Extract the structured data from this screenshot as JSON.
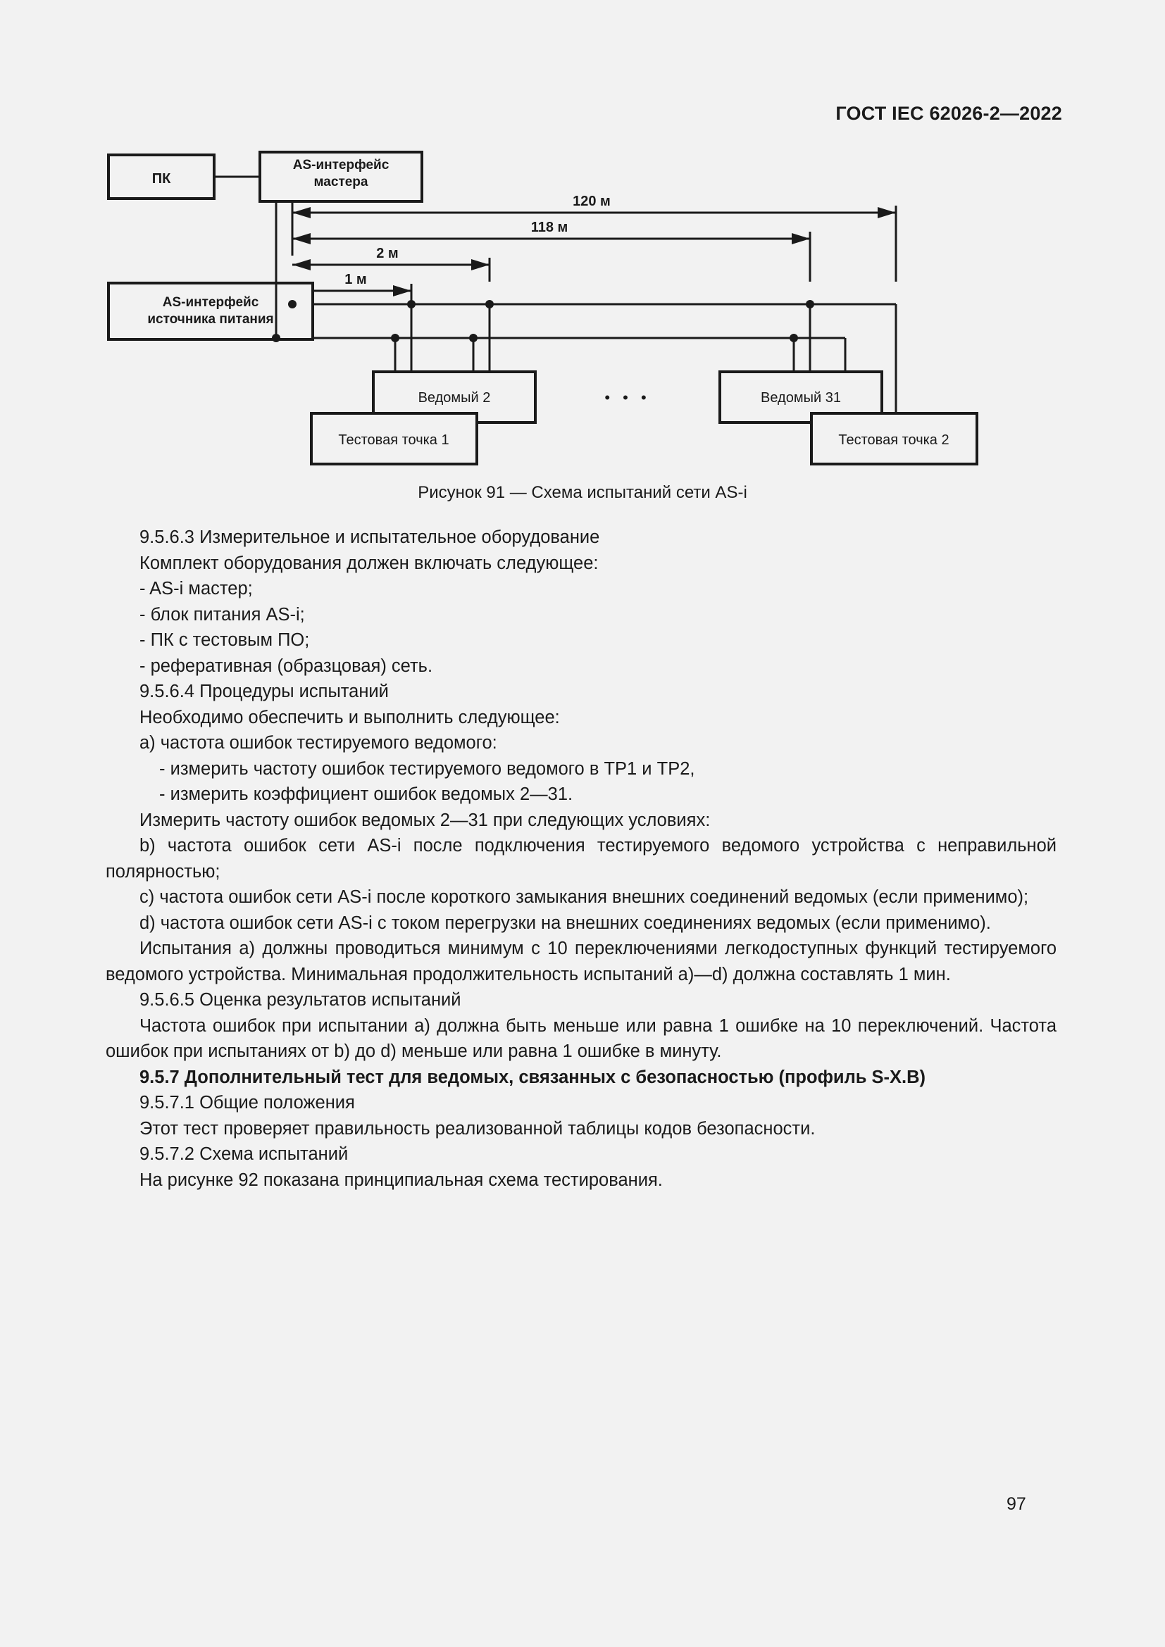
{
  "header": {
    "standard_title": "ГОСТ IEC 62026-2—2022"
  },
  "figure": {
    "caption": "Рисунок 91 — Схема испытаний сети AS-i",
    "boxes": {
      "pc": "ПК",
      "master": "AS-интерфейс\nмастера",
      "master_line1": "AS-интерфейс",
      "master_line2": "мастера",
      "psu_line1": "AS-интерфейс",
      "psu_line2": "источника питания",
      "slave2": "Ведомый 2",
      "slave31": "Ведомый 31",
      "testpoint1": "Тестовая точка 1",
      "testpoint2": "Тестовая точка 2"
    },
    "dimensions": {
      "d120": "120 м",
      "d118": "118 м",
      "d2": "2 м",
      "d1": "1 м"
    },
    "ellipsis": "• • •"
  },
  "body": {
    "para_9563_title": "9.5.6.3 Измерительное и испытательное оборудование",
    "para_9563_lead": "Комплект оборудования должен включать следующее:",
    "item_master": "- AS-i мастер;",
    "item_psu": "- блок питания AS-i;",
    "item_pc": "- ПК с тестовым ПО;",
    "item_refnet": "- реферативная (образцовая) сеть.",
    "para_9564_title": "9.5.6.4 Процедуры испытаний",
    "para_9564_lead": "Необходимо обеспечить и выполнить следующее:",
    "item_a": "a) частота ошибок тестируемого ведомого:",
    "item_a_sub1": "- измерить частоту ошибок тестируемого ведомого в TP1 и TP2,",
    "item_a_sub2": "- измерить коэффициент ошибок ведомых 2—31.",
    "para_measure": "Измерить частоту ошибок ведомых 2—31 при следующих условиях:",
    "item_b": "b) частота ошибок сети AS-i после подключения тестируемого ведомого устройства с неправильной полярностью;",
    "item_c": "c) частота ошибок сети AS-i после короткого замыкания внешних соединений ведомых (если применимо);",
    "item_d": "d) частота ошибок сети AS-i с током перегрузки на внешних соединениях ведомых (если применимо).",
    "para_tests": "Испытания a) должны проводиться минимум с 10 переключениями легкодоступных функций тестируемого ведомого устройства. Минимальная продолжительность испытаний a)—d) должна составлять 1 мин.",
    "para_9565_title": "9.5.6.5 Оценка результатов испытаний",
    "para_9565_body": "Частота ошибок при испытании a) должна быть меньше или равна 1 ошибке на 10 переключений. Частота ошибок при испытаниях от b) до d) меньше или равна 1 ошибке в минуту.",
    "para_957_title": "9.5.7 Дополнительный тест для ведомых, связанных с безопасностью (профиль S-X.B)",
    "para_9571_title": "9.5.7.1 Общие положения",
    "para_9571_body": "Этот тест проверяет правильность реализованной таблицы кодов безопасности.",
    "para_9572_title": "9.5.7.2 Схема испытаний",
    "para_9572_body": "На рисунке 92 показана принципиальная схема тестирования."
  },
  "footer": {
    "page_number": "97"
  }
}
